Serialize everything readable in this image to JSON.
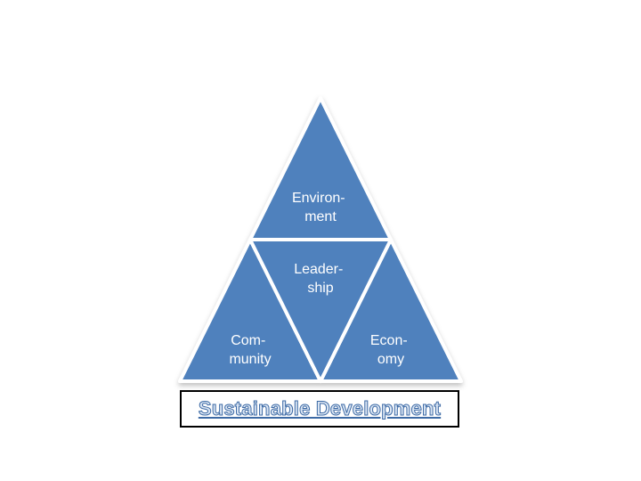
{
  "diagram": {
    "triangles": {
      "top": {
        "line1": "Environ-",
        "line2": "ment"
      },
      "center": {
        "line1": "Leader-",
        "line2": "ship"
      },
      "left": {
        "line1": "Com-",
        "line2": "munity"
      },
      "right": {
        "line1": "Econ-",
        "line2": "omy"
      }
    },
    "caption": "Sustainable Development"
  },
  "colors": {
    "triangle_fill": "#4f81bd",
    "triangle_border": "#ffffff",
    "caption_text": "#dbe6f4",
    "caption_outline": "#3d6aa5",
    "caption_border": "#000000"
  }
}
